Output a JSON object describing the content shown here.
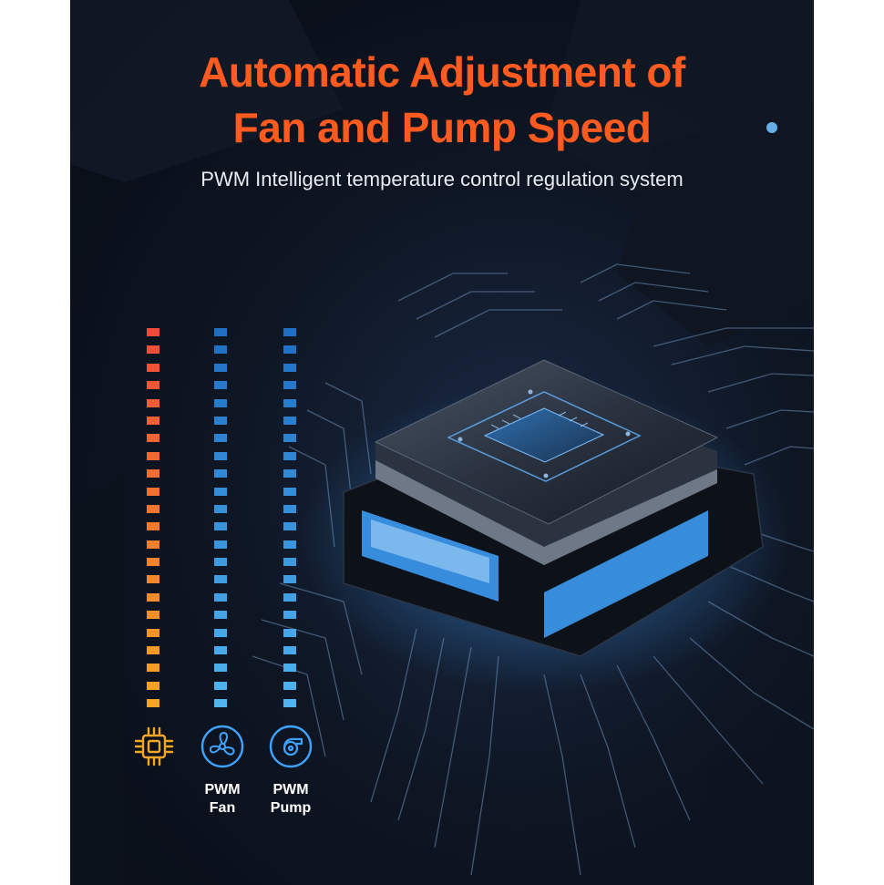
{
  "title": {
    "line1": "Automatic Adjustment of",
    "line2": "Fan and Pump Speed"
  },
  "subtitle": "PWM Intelligent temperature control regulation system",
  "meters": [
    {
      "name": "cpu-temperature",
      "segments": 22,
      "color_top": "#ef4a3a",
      "color_bottom": "#f5a623"
    },
    {
      "name": "pwm-fan",
      "segments": 22,
      "color_top": "#1f6fc4",
      "color_bottom": "#4fb4f0"
    },
    {
      "name": "pwm-pump",
      "segments": 22,
      "color_top": "#1f6fc4",
      "color_bottom": "#4fb4f0"
    }
  ],
  "icons": {
    "cpu": "cpu-chip-icon",
    "fan": "fan-icon",
    "pump": "pump-icon"
  },
  "labels": {
    "fan_line1": "PWM",
    "fan_line2": "Fan",
    "pump_line1": "PWM",
    "pump_line2": "Pump"
  },
  "colors": {
    "accent": "#ff5a1f",
    "chip_glow": "#3fa2ff",
    "background": "#0b111c"
  }
}
